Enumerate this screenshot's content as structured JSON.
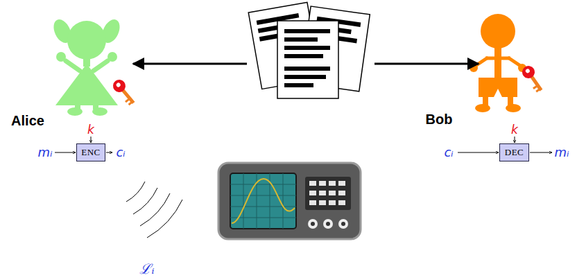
{
  "diagram": {
    "nodes": [
      {
        "text": [
          "ENC"
        ]
      },
      {
        "text": [
          "DEC"
        ]
      }
    ],
    "labels": [
      "Alice",
      "Bob",
      "k",
      "k",
      "mᵢ",
      "cᵢ",
      "cᵢ",
      "mᵢ",
      "ℒᵢ"
    ]
  }
}
